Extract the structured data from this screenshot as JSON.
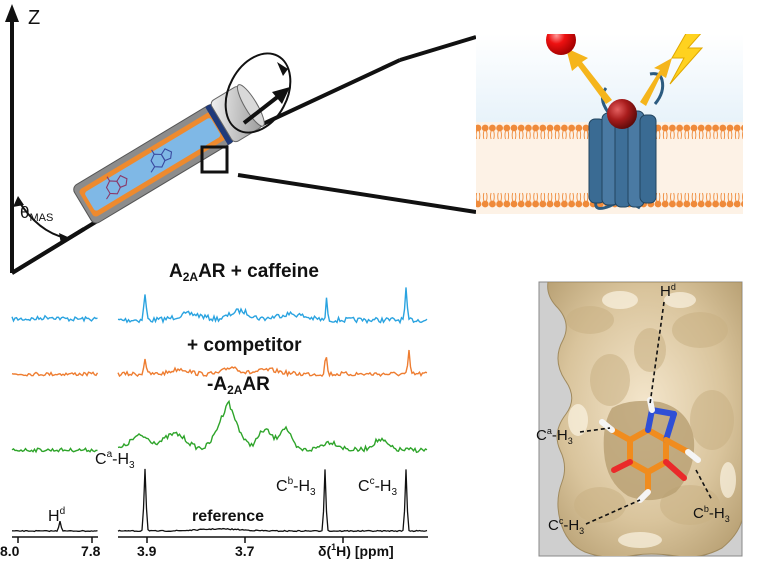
{
  "axis": {
    "z_label": "Z",
    "theta_label": "θ",
    "theta_sub": "MAS"
  },
  "spectra": {
    "label_caffeine": {
      "pre": "A",
      "sub": "2A",
      "post": "AR + caffeine"
    },
    "label_competitor": "+ competitor",
    "label_minus": {
      "pre": "-A",
      "sub": "2A",
      "post": "AR"
    },
    "reference_label": "reference",
    "peak_hd": {
      "base": "H",
      "sup": "d"
    },
    "peak_ca": {
      "base": "C",
      "sup": "a",
      "tail": "-H",
      "sub": "3"
    },
    "peak_cb": {
      "base": "C",
      "sup": "b",
      "tail": "-H",
      "sub": "3"
    },
    "peak_cc": {
      "base": "C",
      "sup": "c",
      "tail": "-H",
      "sub": "3"
    },
    "ticks_left": [
      "8.0",
      "7.8"
    ],
    "ticks_right": [
      "3.9",
      "3.7"
    ],
    "axis_label": {
      "pre": "δ(",
      "sup": "1",
      "post": "H) [ppm]"
    },
    "colors": {
      "caffeine": "#2aa3e0",
      "competitor": "#ee7d31",
      "minus": "#2ea42a",
      "reference": "#111111"
    }
  },
  "structure": {
    "hd": {
      "base": "H",
      "sup": "d"
    },
    "ca": {
      "base": "C",
      "sup": "a",
      "tail": "-H",
      "sub": "3"
    },
    "cb": {
      "base": "C",
      "sup": "b",
      "tail": "-H",
      "sub": "3"
    },
    "cc": {
      "base": "C",
      "sup": "c",
      "tail": "-H",
      "sub": "3"
    }
  }
}
